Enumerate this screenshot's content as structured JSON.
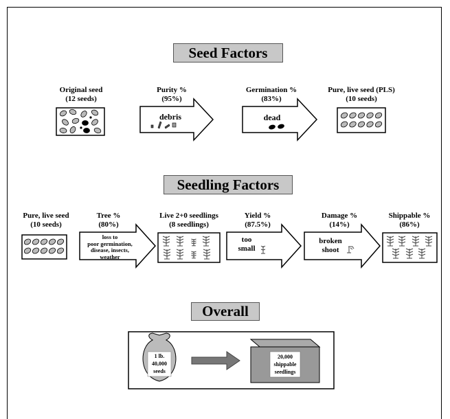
{
  "seed_factors": {
    "title": "Seed Factors",
    "original_seed": "Original seed\n(12 seeds)",
    "purity": "Purity %\n(95%)",
    "purity_inner": "debris",
    "germination": "Germination %\n(83%)",
    "germination_inner": "dead",
    "pls": "Pure, live seed (PLS)\n(10 seeds)"
  },
  "seedling_factors": {
    "title": "Seedling Factors",
    "pls": "Pure, live seed\n(10 seeds)",
    "tree": "Tree %\n(80%)",
    "tree_inner": "loss to\npoor germination,\ndisease, insects,\nweather",
    "live": "Live 2+0 seedlings\n(8 seedlings)",
    "yield": "Yield %\n(87.5%)",
    "yield_inner": "too\nsmall",
    "damage": "Damage %\n(14%)",
    "damage_inner": "broken\nshoot",
    "shippable": "Shippable %\n(86%)"
  },
  "overall": {
    "title": "Overall",
    "bag_text": "1 lb.\n40,000\nseeds",
    "box_text": "20,000\nshippable\nseedlings"
  }
}
